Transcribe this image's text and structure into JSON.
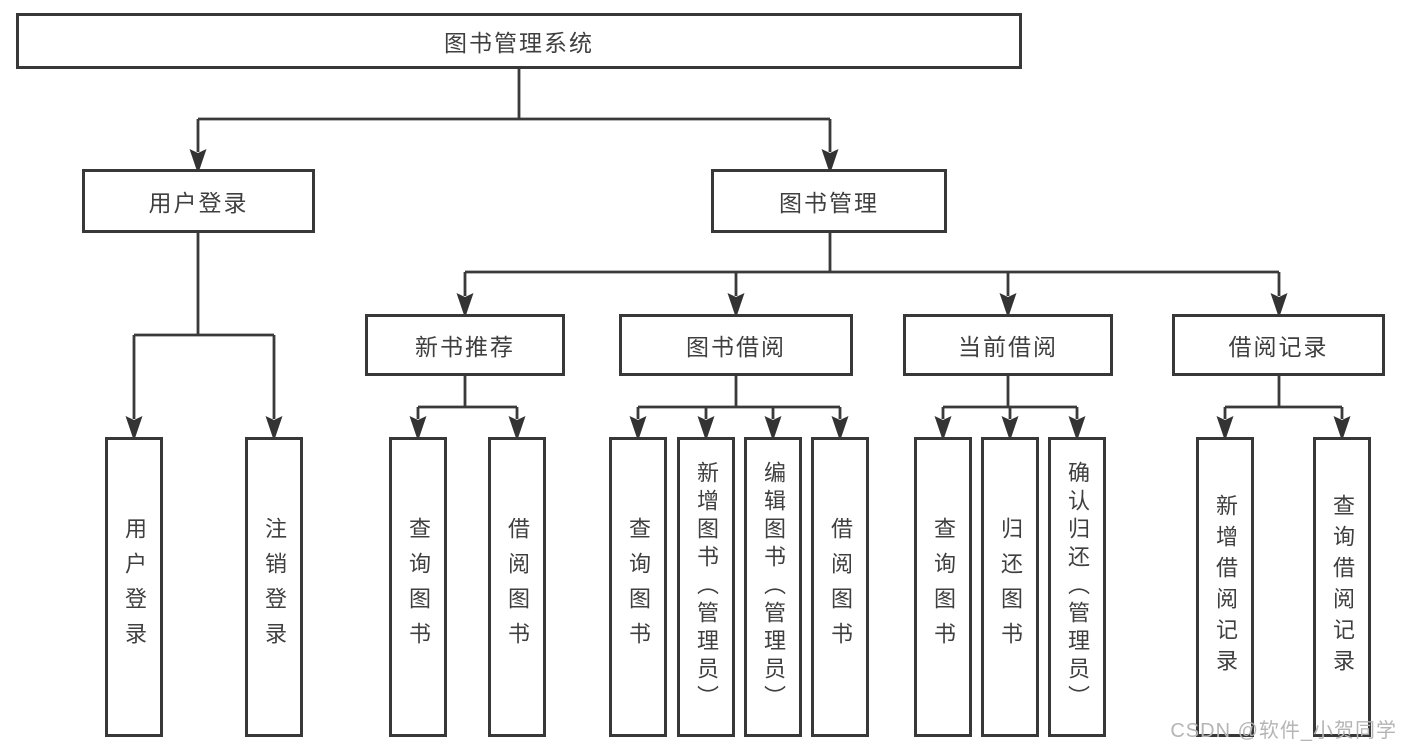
{
  "diagram": {
    "root": {
      "label": "图书管理系统"
    },
    "branches": [
      {
        "label": "用户登录",
        "children": [
          {
            "label": "用户登录"
          },
          {
            "label": "注销登录"
          }
        ]
      },
      {
        "label": "图书管理",
        "children": [
          {
            "label": "新书推荐",
            "children": [
              {
                "label": "查询图书"
              },
              {
                "label": "借阅图书"
              }
            ]
          },
          {
            "label": "图书借阅",
            "children": [
              {
                "label": "查询图书"
              },
              {
                "label": "新增图书（管理员）"
              },
              {
                "label": "编辑图书（管理员）"
              },
              {
                "label": "借阅图书"
              }
            ]
          },
          {
            "label": "当前借阅",
            "children": [
              {
                "label": "查询图书"
              },
              {
                "label": "归还图书"
              },
              {
                "label": "确认归还（管理员）"
              }
            ]
          },
          {
            "label": "借阅记录",
            "children": [
              {
                "label": "新增借阅记录"
              },
              {
                "label": "查询借阅记录"
              }
            ]
          }
        ]
      }
    ]
  },
  "watermark": "CSDN @软件_小贺同学"
}
